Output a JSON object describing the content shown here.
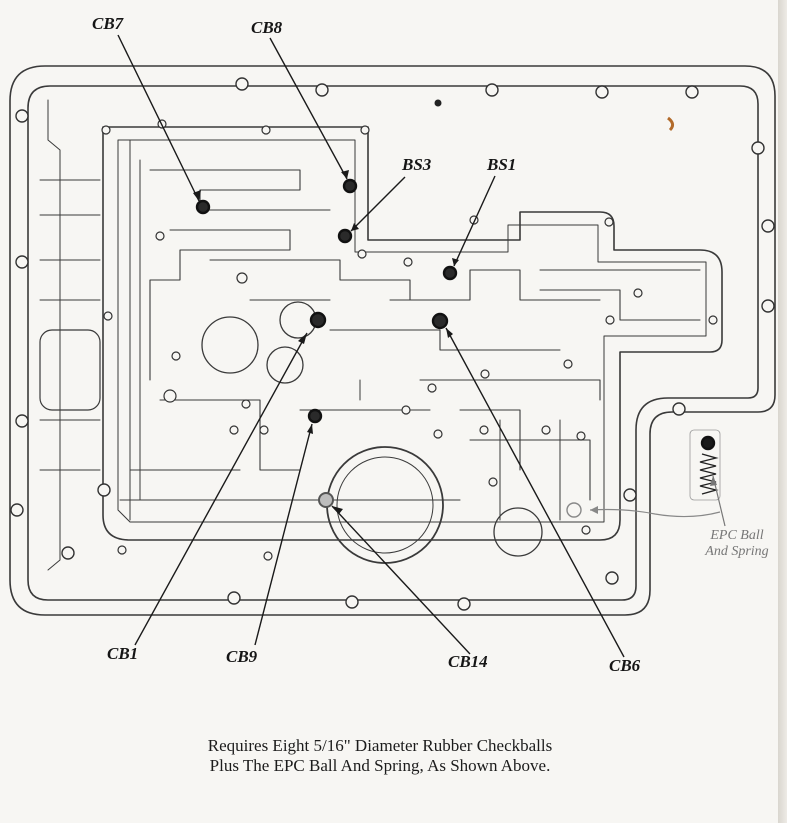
{
  "callouts": {
    "cb7": "CB7",
    "cb8": "CB8",
    "bs3": "BS3",
    "bs1": "BS1",
    "cb1": "CB1",
    "cb9": "CB9",
    "cb14": "CB14",
    "cb6": "CB6"
  },
  "epc": {
    "line1": "EPC Ball",
    "line2": "And Spring"
  },
  "caption": {
    "line1": "Requires Eight 5/16\" Diameter Rubber Checkballs",
    "line2": "Plus The EPC Ball And Spring, As Shown Above."
  }
}
